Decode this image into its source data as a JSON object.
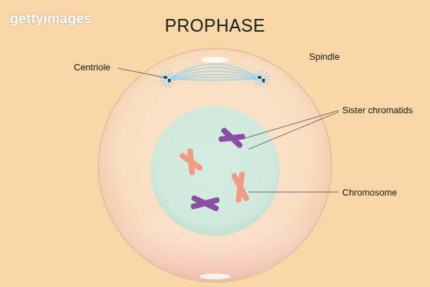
{
  "diagram": {
    "title": "PROPHASE",
    "labels": [
      "gettyimages",
      "Centriole",
      "Spindle",
      "Sister chromatids",
      "Chromosome"
    ]
  }
}
